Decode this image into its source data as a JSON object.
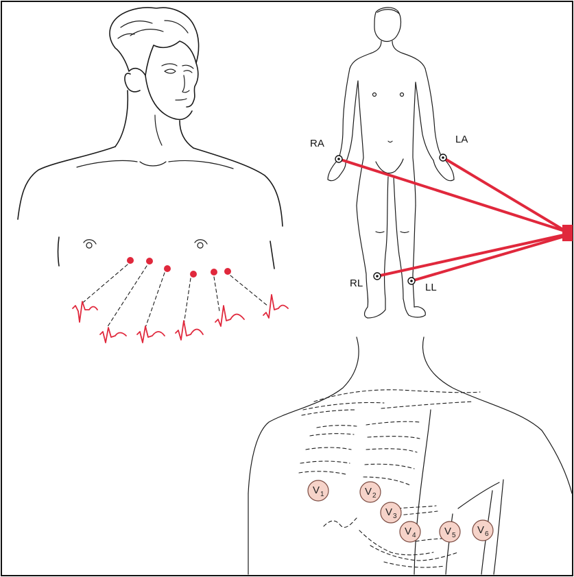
{
  "colors": {
    "frame": "#111111",
    "lead_wire": "#e0283c",
    "electrode_dot": "#e0283c",
    "ecg_trace": "#e0283c",
    "precordial_fill": "#f6d3c9",
    "precordial_stroke": "#7a4a40",
    "line_art": "#1a1a1a"
  },
  "limb_leads": [
    {
      "id": "RA",
      "label": "RA"
    },
    {
      "id": "LA",
      "label": "LA"
    },
    {
      "id": "RL",
      "label": "RL"
    },
    {
      "id": "LL",
      "label": "LL"
    }
  ],
  "precordial_leads": [
    {
      "id": "V1",
      "letter": "V",
      "sub": "1"
    },
    {
      "id": "V2",
      "letter": "V",
      "sub": "2"
    },
    {
      "id": "V3",
      "letter": "V",
      "sub": "3"
    },
    {
      "id": "V4",
      "letter": "V",
      "sub": "4"
    },
    {
      "id": "V5",
      "letter": "V",
      "sub": "5"
    },
    {
      "id": "V6",
      "letter": "V",
      "sub": "6"
    }
  ],
  "chest_electrode_count": 6,
  "icons": [
    "torso-illustration",
    "full-body-illustration",
    "chest-rib-illustration",
    "ecg-trace-icon",
    "ecg-machine-connector-icon"
  ]
}
